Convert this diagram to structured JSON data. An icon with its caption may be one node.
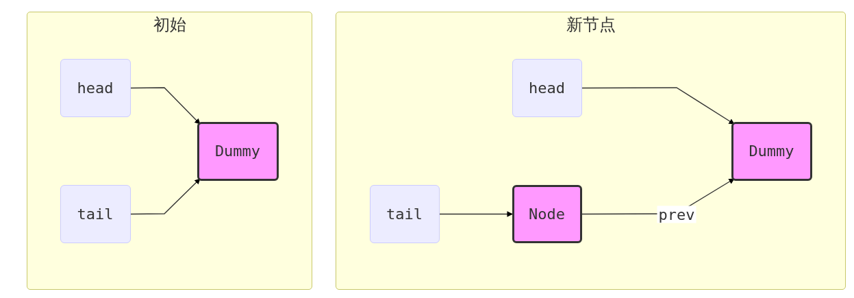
{
  "diagram": {
    "nodes": [
      {
        "text": [
          "初始"
        ]
      },
      {
        "text": [
          "head"
        ],
        "in": 0
      },
      {
        "text": [
          "tail"
        ],
        "in": 0
      },
      {
        "text": [
          "Dummy"
        ],
        "in": 0
      },
      {
        "text": [
          "新节点"
        ]
      },
      {
        "text": [
          "head"
        ],
        "in": 4
      },
      {
        "text": [
          "Dummy"
        ],
        "in": 4
      },
      {
        "text": [
          "tail"
        ],
        "in": 4
      },
      {
        "text": [
          "Node"
        ],
        "in": 4
      }
    ],
    "edges": [
      {
        "from": 1,
        "to": 3,
        "arrow": "to"
      },
      {
        "from": 2,
        "to": 3,
        "arrow": "to"
      },
      {
        "from": 5,
        "to": 6,
        "arrow": "to"
      },
      {
        "from": 7,
        "to": 8,
        "arrow": "to"
      },
      {
        "from": 8,
        "to": 6,
        "arrow": "to",
        "label": "prev"
      }
    ]
  }
}
